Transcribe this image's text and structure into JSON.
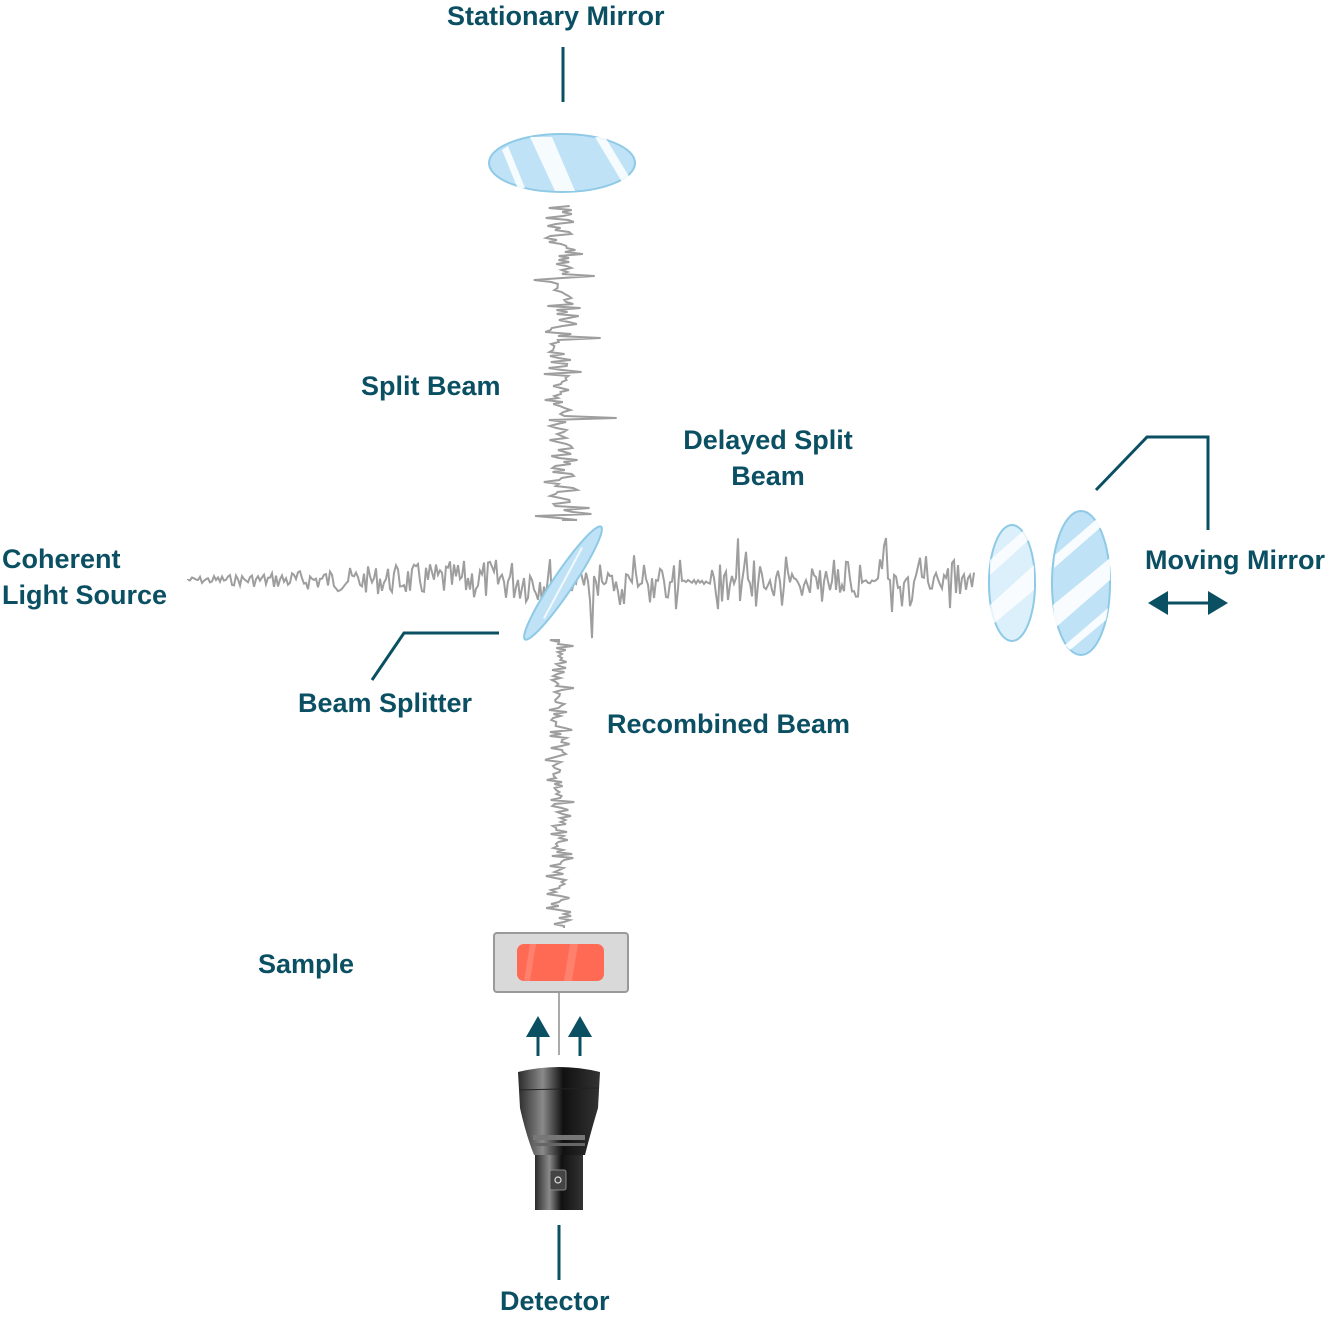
{
  "colors": {
    "text": "#0b4f63",
    "beam": "#9e9e9e",
    "mirror": "#bfe2f7",
    "mirror_edge": "#8ec9e6",
    "sample": "#ff6a55"
  },
  "labels": {
    "stationary_mirror": "Stationary Mirror",
    "split_beam": "Split Beam",
    "delayed_split_beam_1": "Delayed Split",
    "delayed_split_beam_2": "Beam",
    "coherent_light_source_1": "Coherent",
    "coherent_light_source_2": "Light Source",
    "moving_mirror": "Moving Mirror",
    "beam_splitter": "Beam Splitter",
    "recombined_beam": "Recombined Beam",
    "sample": "Sample",
    "detector": "Detector"
  }
}
